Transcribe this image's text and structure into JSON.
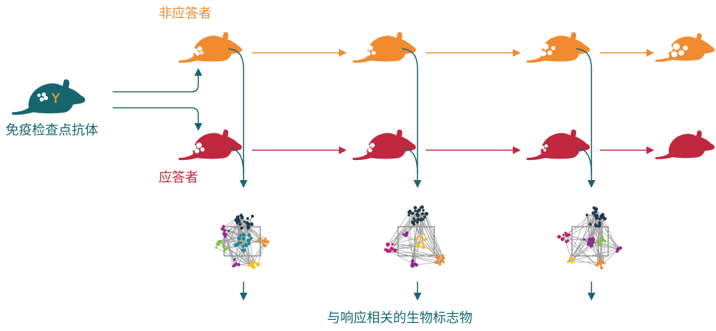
{
  "labels": {
    "non_responders": "非应答者",
    "responders": "应答者",
    "antibody": "免疫检查点抗体",
    "biomarkers": "与响应相关的生物标志物"
  },
  "colors": {
    "non_responder": "#F28A30",
    "responder": "#C1273E",
    "teal": "#17666F",
    "network_edge": "#9A9A9A",
    "network_dark": "#1E3A4A",
    "network_purple": "#8E2A8E",
    "network_magenta": "#C2186F",
    "network_green": "#7DC242",
    "network_yellow": "#F2C21B",
    "network_orange": "#F28A30",
    "network_teal": "#1A8A96"
  },
  "icons": [
    "mouse-icon",
    "tumor-icon",
    "antibody-icon",
    "network-graph-icon",
    "arrow-icon"
  ]
}
